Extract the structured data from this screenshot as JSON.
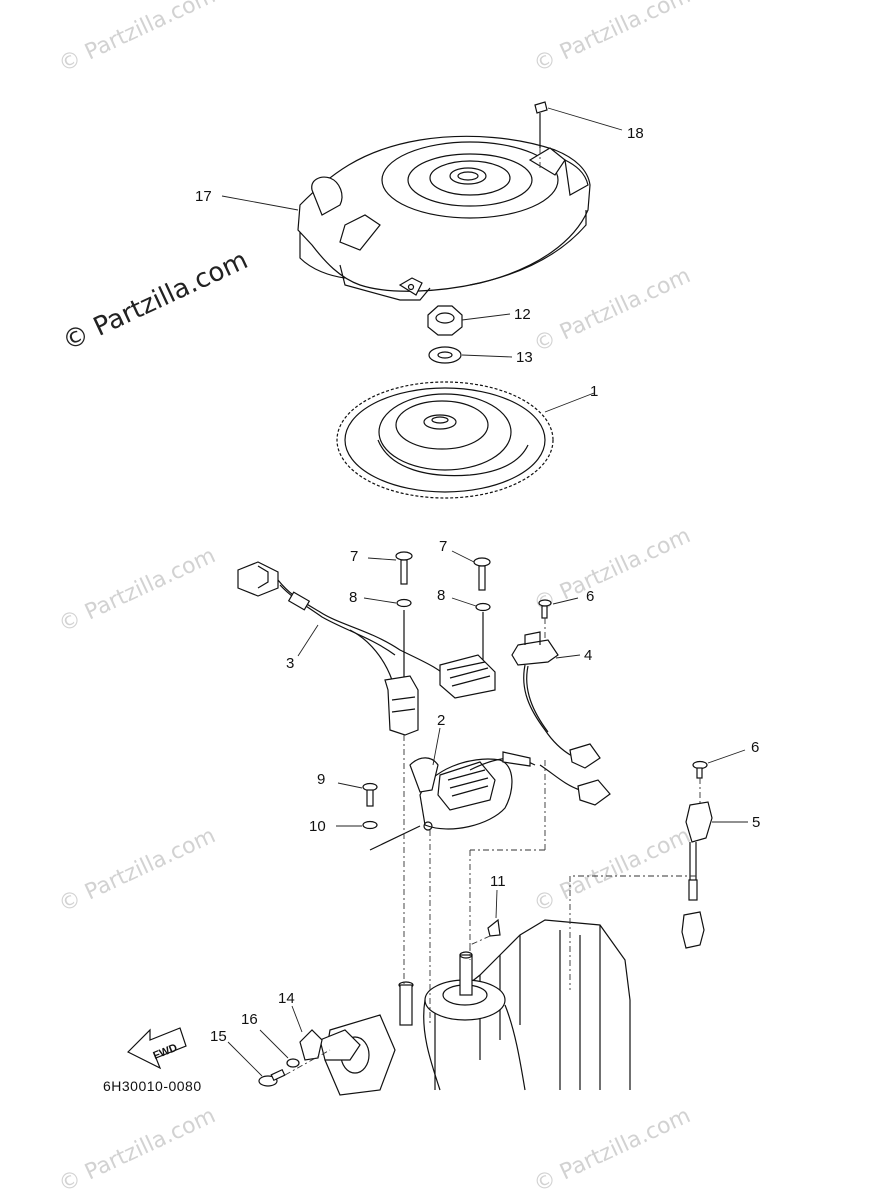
{
  "watermark": "© Partzilla.com",
  "diagram_code": "6H30010-0080",
  "fwd_label": "FWD",
  "callouts": [
    {
      "id": "c18",
      "text": "18"
    },
    {
      "id": "c17",
      "text": "17"
    },
    {
      "id": "c12",
      "text": "12"
    },
    {
      "id": "c13",
      "text": "13"
    },
    {
      "id": "c1",
      "text": "1"
    },
    {
      "id": "c7a",
      "text": "7"
    },
    {
      "id": "c7b",
      "text": "7"
    },
    {
      "id": "c8a",
      "text": "8"
    },
    {
      "id": "c8b",
      "text": "8"
    },
    {
      "id": "c6a",
      "text": "6"
    },
    {
      "id": "c3",
      "text": "3"
    },
    {
      "id": "c4",
      "text": "4"
    },
    {
      "id": "c2",
      "text": "2"
    },
    {
      "id": "c6b",
      "text": "6"
    },
    {
      "id": "c9",
      "text": "9"
    },
    {
      "id": "c5",
      "text": "5"
    },
    {
      "id": "c10",
      "text": "10"
    },
    {
      "id": "c11",
      "text": "11"
    },
    {
      "id": "c14",
      "text": "14"
    },
    {
      "id": "c16",
      "text": "16"
    },
    {
      "id": "c15",
      "text": "15"
    }
  ]
}
